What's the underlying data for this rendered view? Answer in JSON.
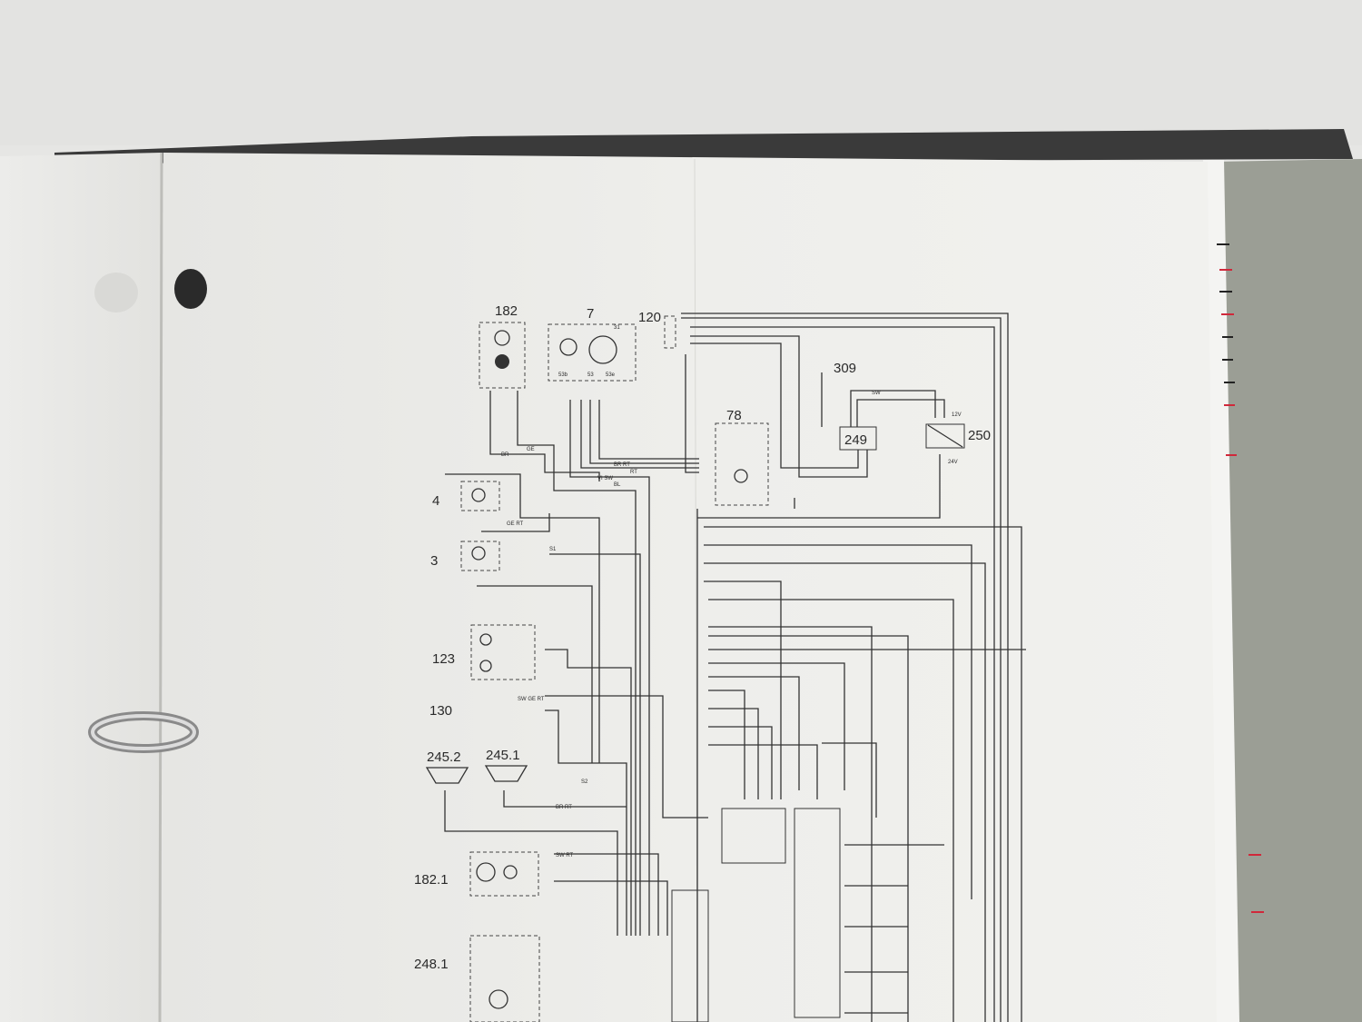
{
  "components": [
    {
      "id": "182"
    },
    {
      "id": "7"
    },
    {
      "id": "120"
    },
    {
      "id": "309"
    },
    {
      "id": "78"
    },
    {
      "id": "249"
    },
    {
      "id": "250"
    },
    {
      "id": "4"
    },
    {
      "id": "3"
    },
    {
      "id": "123"
    },
    {
      "id": "130"
    },
    {
      "id": "245.2"
    },
    {
      "id": "245.1"
    },
    {
      "id": "182.1"
    },
    {
      "id": "248.1"
    }
  ],
  "wire_labels": [
    "BR",
    "GE",
    "BR RT",
    "RT",
    "VI SW",
    "BL",
    "GE RT",
    "S1",
    "S2",
    "SW GE RT",
    "SW RT",
    "SW",
    "12V",
    "24V",
    "BR RT",
    "53b",
    "53",
    "53e",
    "31"
  ],
  "colors": {
    "paper": "#efefec",
    "binder": "#3c3c3c",
    "cover": "#9a9d93",
    "ink": "#2a2a2a",
    "tab_red": "#d0283a"
  }
}
